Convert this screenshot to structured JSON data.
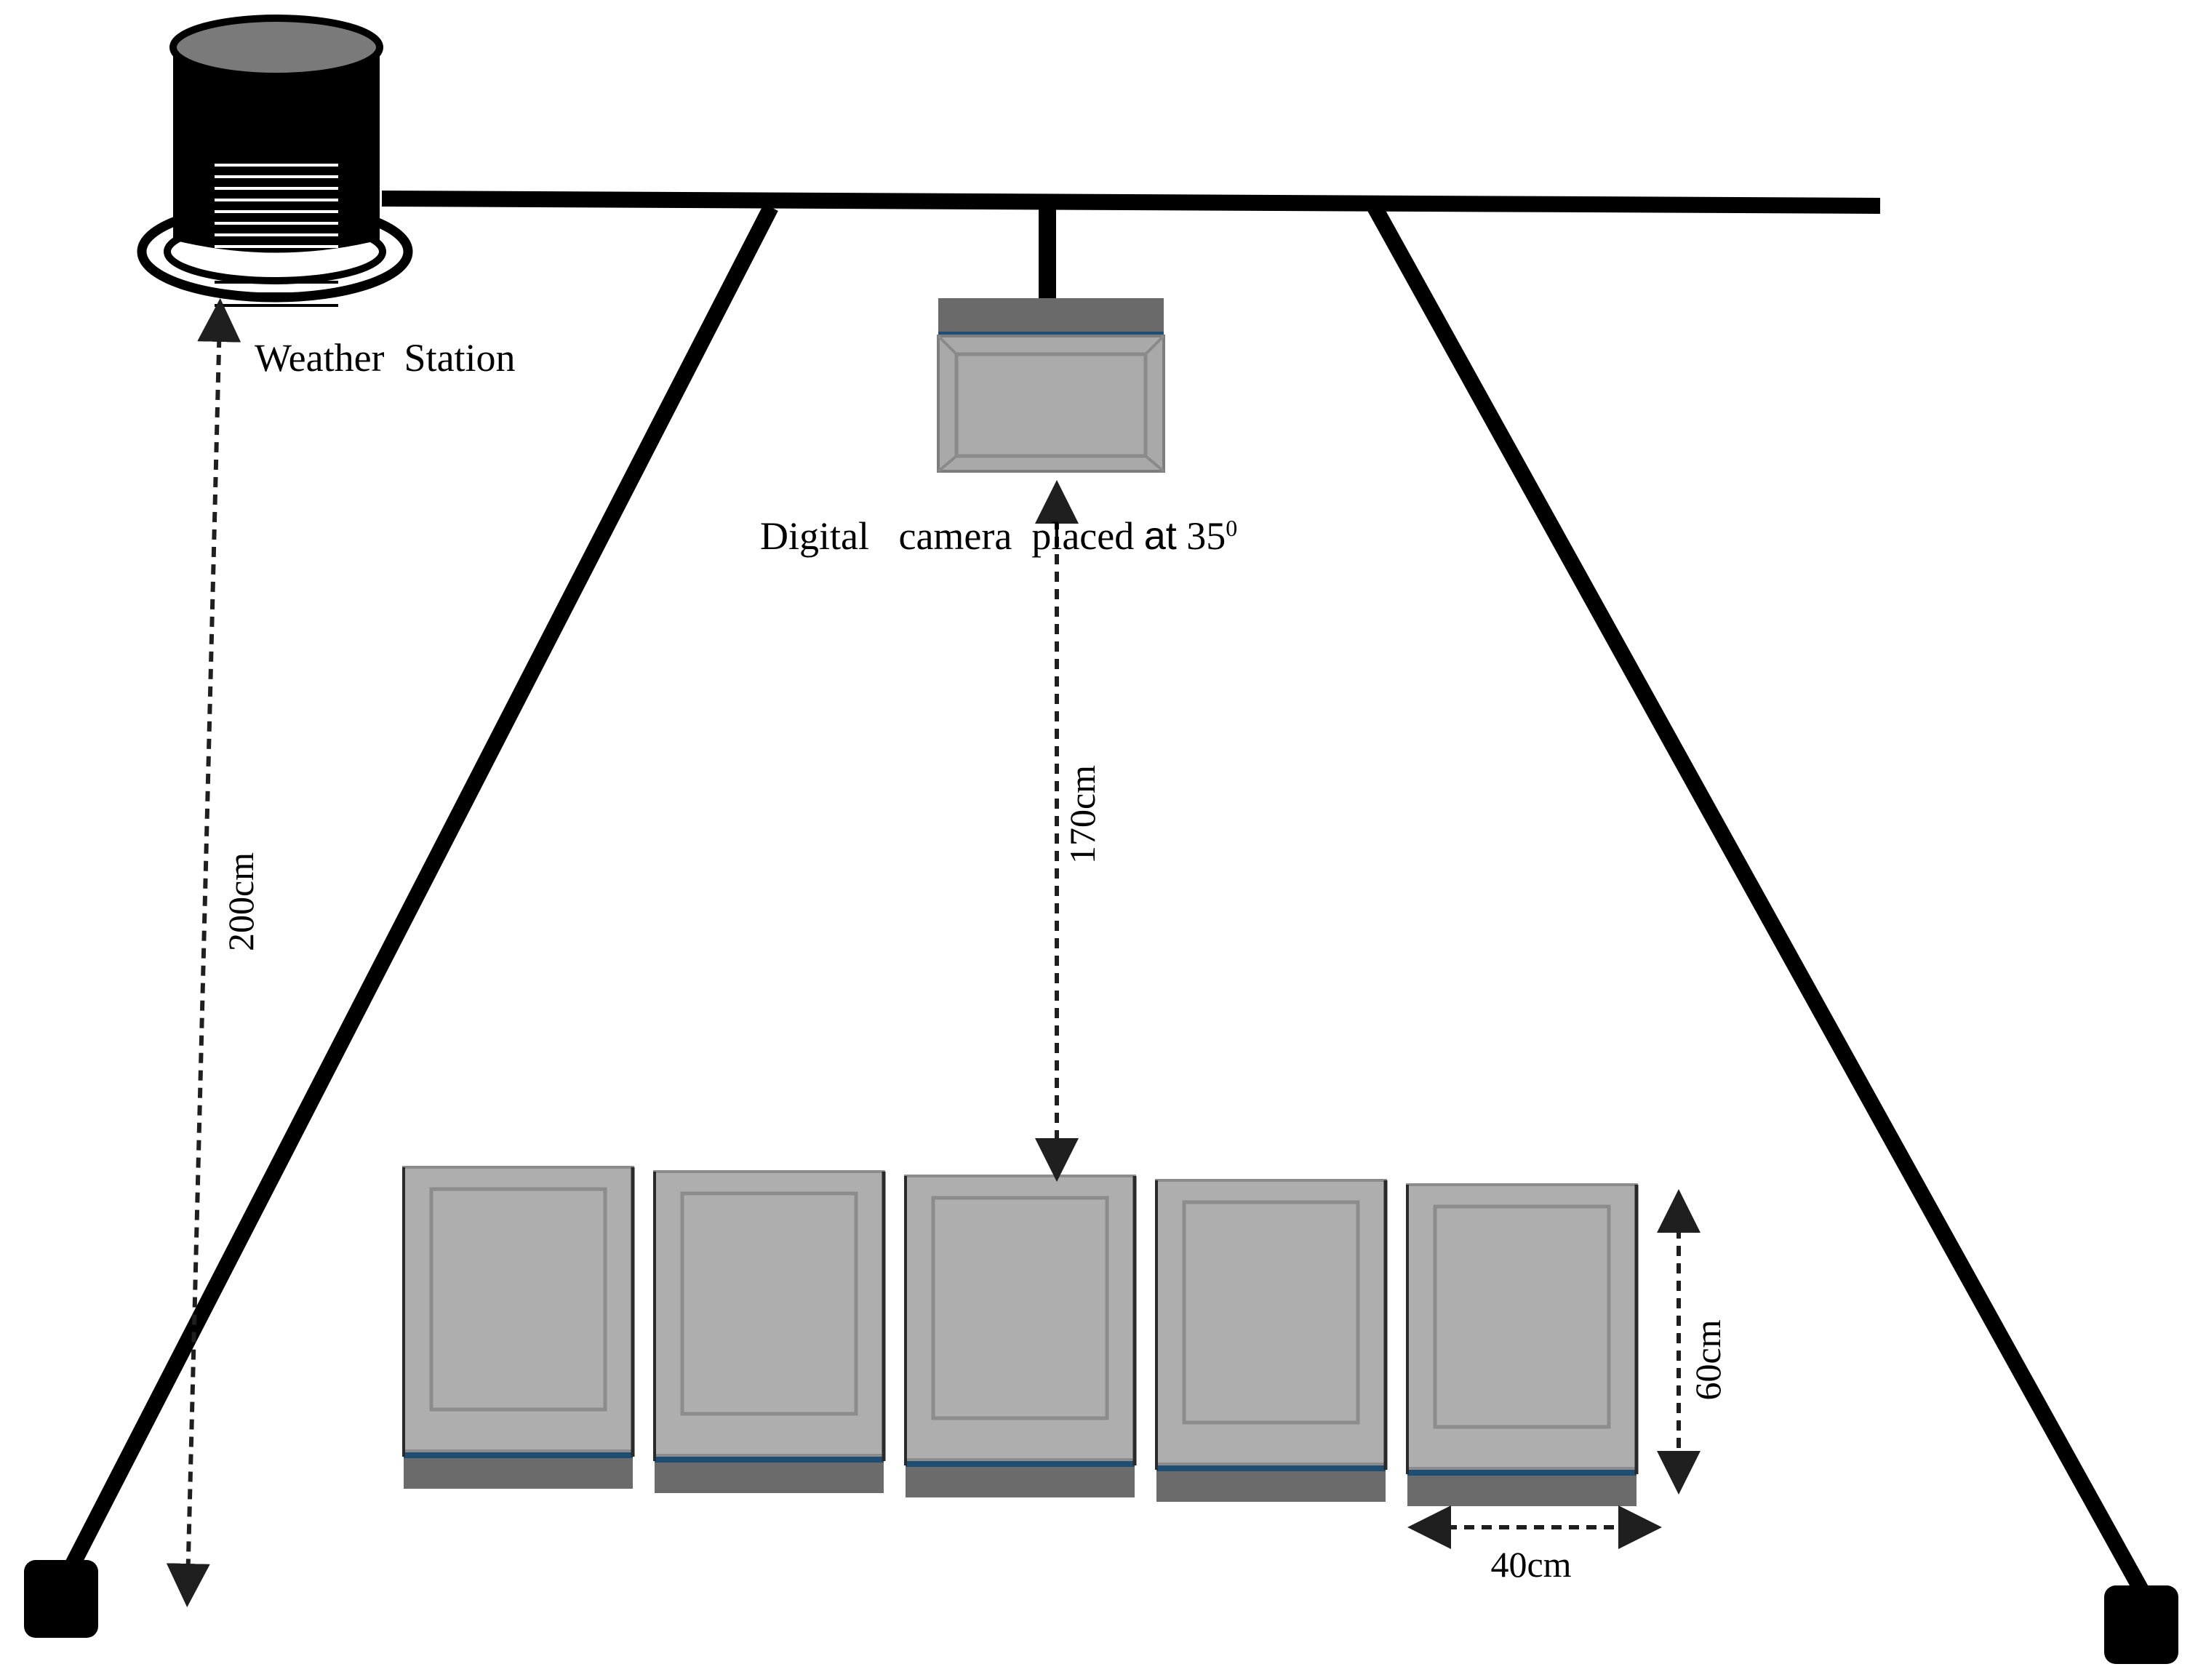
{
  "labels": {
    "weather_station": "Weather  Station",
    "camera_prefix": "Digital   camera  placed ",
    "camera_at": "at",
    "camera_angle": " 35",
    "camera_degree": "0",
    "height_station": "200cm",
    "height_camera": "170cm",
    "tray_height": "60cm",
    "tray_width": "40cm"
  },
  "tray_count": 5,
  "colors": {
    "frame": "#000000",
    "tray_face": "#aeaeae",
    "tray_side": "#6b6b6b",
    "tray_accent": "#1e4e73",
    "gauge_top": "#7a7a7a",
    "camera_face": "#a9a9a9"
  }
}
